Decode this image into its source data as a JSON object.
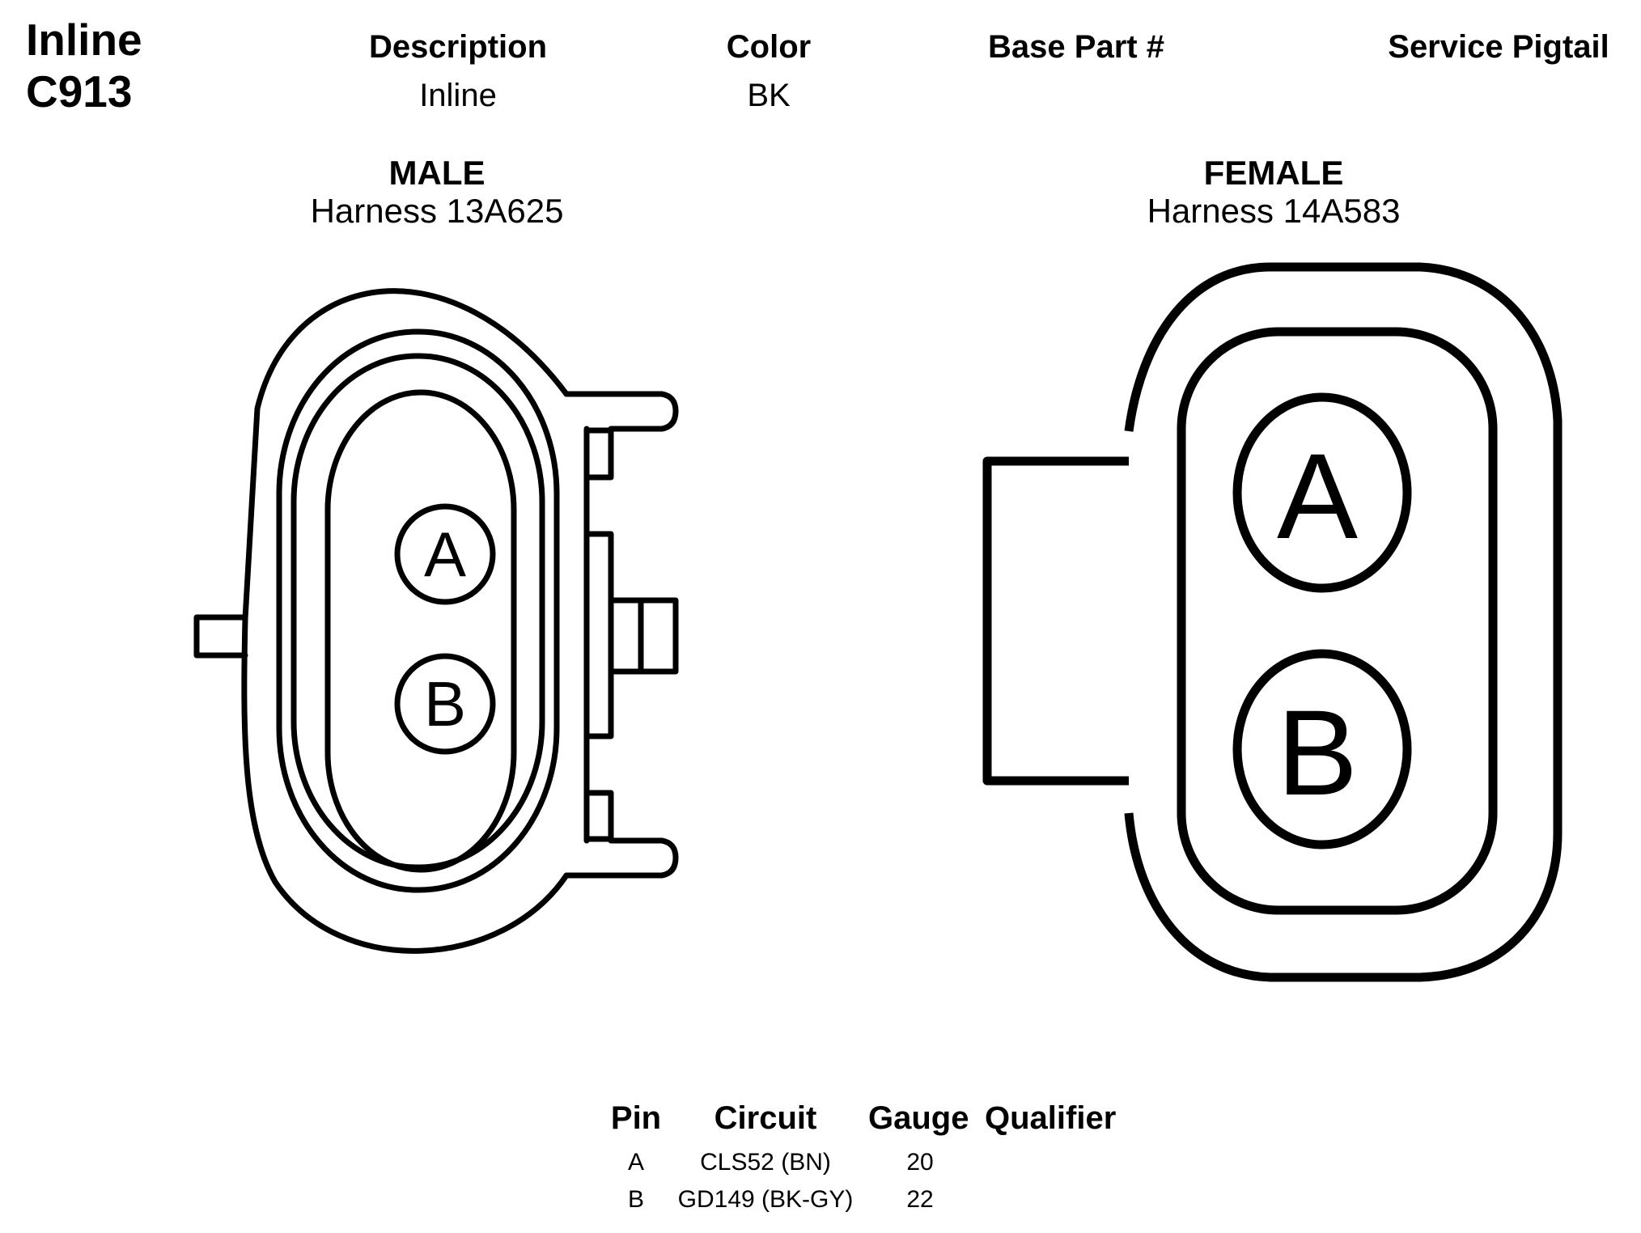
{
  "connector": {
    "type": "Inline",
    "id": "C913"
  },
  "header": {
    "description_label": "Description",
    "description_value": "Inline",
    "color_label": "Color",
    "color_value": "BK",
    "base_part_label": "Base Part #",
    "base_part_value": "",
    "service_pigtail_label": "Service Pigtail",
    "service_pigtail_value": ""
  },
  "male": {
    "title": "MALE",
    "harness": "Harness 13A625",
    "pins": [
      "A",
      "B"
    ]
  },
  "female": {
    "title": "FEMALE",
    "harness": "Harness 14A583",
    "pins": [
      "A",
      "B"
    ]
  },
  "pin_table": {
    "headers": [
      "Pin",
      "Circuit",
      "Gauge",
      "Qualifier"
    ],
    "rows": [
      {
        "pin": "A",
        "circuit": "CLS52 (BN)",
        "gauge": "20",
        "qualifier": ""
      },
      {
        "pin": "B",
        "circuit": "GD149 (BK-GY)",
        "gauge": "22",
        "qualifier": ""
      }
    ]
  },
  "colors": {
    "line": "#000000",
    "background": "#ffffff"
  }
}
